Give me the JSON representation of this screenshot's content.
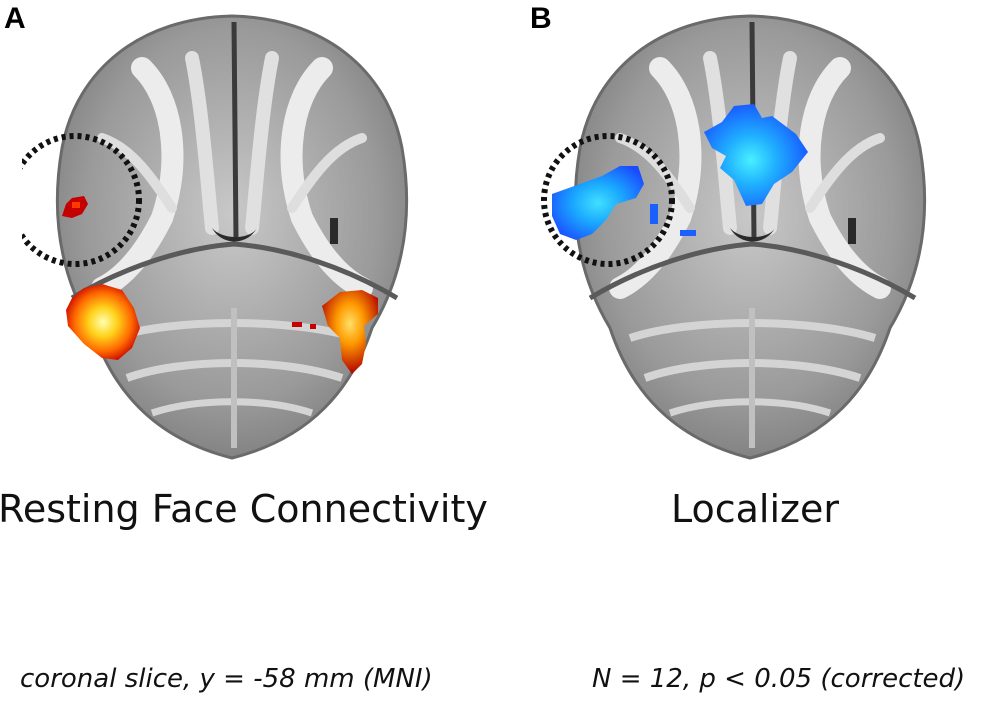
{
  "panels": [
    {
      "letter": "A",
      "title": "Resting Face Connectivity",
      "activation_color": "#e60000",
      "highlight_color": "#ffff66"
    },
    {
      "letter": "B",
      "title": "Localizer",
      "activation_color": "#1a66ff",
      "highlight_color": "#33d6ff"
    }
  ],
  "footnotes": {
    "left": "coronal slice, y = -58 mm (MNI)",
    "right": "N = 12, p < 0.05 (corrected)"
  },
  "colors": {
    "brain_background": "#8a8a8a",
    "white_matter": "#e6e6e6",
    "roi_circle": "#111111"
  }
}
